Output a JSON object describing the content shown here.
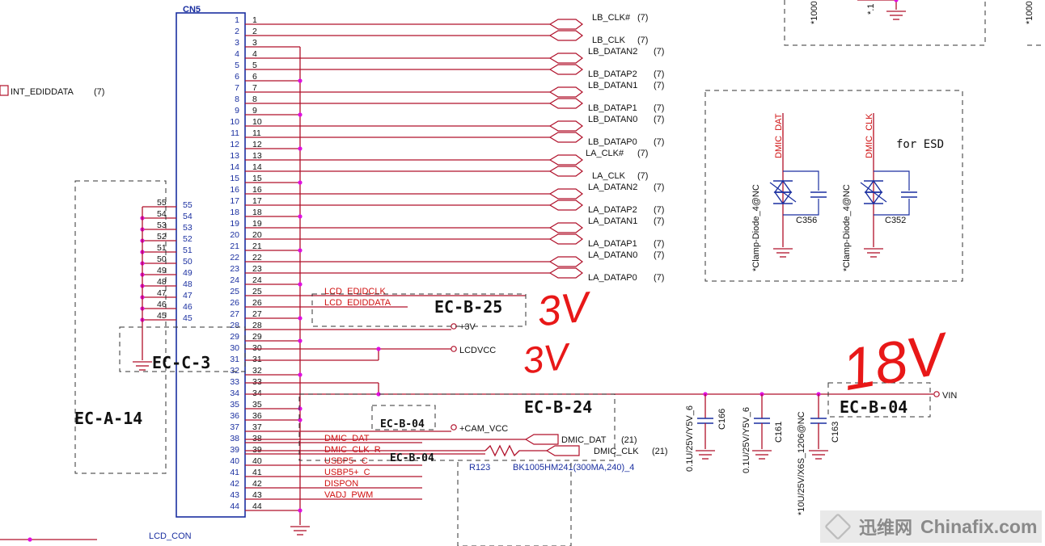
{
  "connector": {
    "ref": "CN5",
    "footer": "LCD_CON",
    "pins_main": [
      "1",
      "2",
      "3",
      "4",
      "5",
      "6",
      "7",
      "8",
      "9",
      "10",
      "11",
      "12",
      "13",
      "14",
      "15",
      "16",
      "17",
      "18",
      "19",
      "20",
      "21",
      "22",
      "23",
      "24",
      "25",
      "26",
      "27",
      "28",
      "29",
      "30",
      "31",
      "32",
      "33",
      "34",
      "35",
      "36",
      "37",
      "38",
      "39",
      "40",
      "41",
      "42",
      "43",
      "44"
    ],
    "pins_side": [
      "55",
      "54",
      "53",
      "52",
      "51",
      "50",
      "49",
      "48",
      "47",
      "46",
      "45"
    ],
    "pins_side_outer": [
      "55",
      "54",
      "53",
      "52",
      "51",
      "50",
      "49",
      "48",
      "47",
      "46",
      "45"
    ]
  },
  "nets_lvds": [
    {
      "label": "LB_CLK#",
      "ref": "(7)"
    },
    {
      "label": "LB_CLK",
      "ref": "(7)"
    },
    {
      "label": "LB_DATAN2",
      "ref": "(7)"
    },
    {
      "label": "LB_DATAP2",
      "ref": "(7)"
    },
    {
      "label": "LB_DATAN1",
      "ref": "(7)"
    },
    {
      "label": "LB_DATAP1",
      "ref": "(7)"
    },
    {
      "label": "LB_DATAN0",
      "ref": "(7)"
    },
    {
      "label": "LB_DATAP0",
      "ref": "(7)"
    },
    {
      "label": "LA_CLK#",
      "ref": "(7)"
    },
    {
      "label": "LA_CLK",
      "ref": "(7)"
    },
    {
      "label": "LA_DATAN2",
      "ref": "(7)"
    },
    {
      "label": "LA_DATAP2",
      "ref": "(7)"
    },
    {
      "label": "LA_DATAN1",
      "ref": "(7)"
    },
    {
      "label": "LA_DATAP1",
      "ref": "(7)"
    },
    {
      "label": "LA_DATAN0",
      "ref": "(7)"
    },
    {
      "label": "LA_DATAP0",
      "ref": "(7)"
    }
  ],
  "nets_left": {
    "label": "INT_EDIDDATA",
    "ref": "(7)"
  },
  "nets_lower": [
    "LCD_EDIDCLK",
    "LCD_EDIDDATA",
    "DMIC_DAT",
    "DMIC_CLK_R",
    "USBP5-_C",
    "USBP5+_C",
    "DISPON",
    "VADJ_PWM"
  ],
  "power": {
    "v3": "+3V",
    "lcdvcc": "LCDVCC",
    "cam": "+CAM_VCC",
    "vin": "VIN"
  },
  "dmic_out": [
    {
      "label": "DMIC_DAT",
      "ref": "(21)"
    },
    {
      "label": "DMIC_CLK",
      "ref": "(21)"
    }
  ],
  "parts": {
    "r123": "R123",
    "bead": "BK1005HM241(300MA,240)_4",
    "c166": "C166",
    "c166_val": "0.1U/25V/Y5V_6",
    "c161": "C161",
    "c161_val": "0.1U/25V/Y5V_6",
    "c163": "C163",
    "c163_val": "*10U/25V/X6S_1206@NC"
  },
  "esd": {
    "note": "for ESD",
    "net1": "DMIC_DAT",
    "net2": "DMIC_CLK",
    "diode1": "*Clamp-Diode_4@NC",
    "diode2": "*Clamp-Diode_4@NC",
    "cap1": "C356",
    "cap2": "C352"
  },
  "top_right": {
    "a": "*1000",
    "b": "*.1",
    "c": "*1000"
  },
  "areas": {
    "b25": "EC-B-25",
    "c3": "EC-C-3",
    "a14": "EC-A-14",
    "b24": "EC-B-24",
    "b04a": "EC-B-04",
    "b04b": "EC-B-04",
    "b04c": "EC-B-04"
  },
  "handwriting": {
    "h1": "3V",
    "h2": "3V",
    "h3": "18V"
  },
  "watermark": {
    "cn": "迅维网",
    "en": "Chinafix.com"
  },
  "colors": {
    "wire": "#b0102a",
    "junction": "#e010e0",
    "pin_text": "#1a2fa0",
    "net_text": "#d01010",
    "hand": "#e81818"
  }
}
